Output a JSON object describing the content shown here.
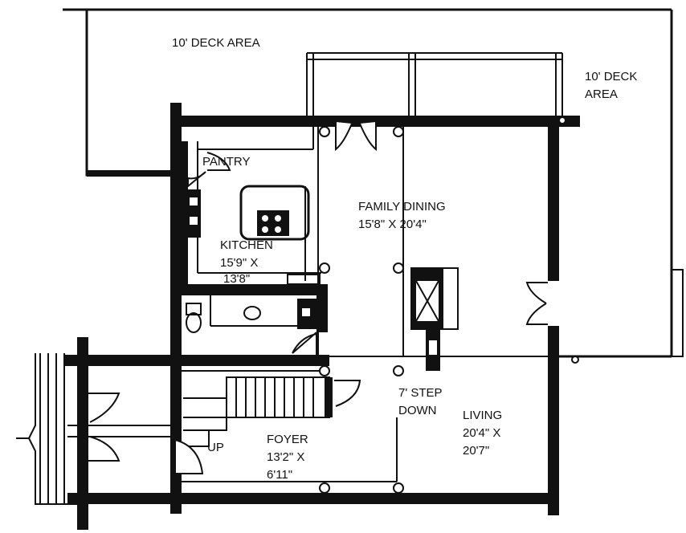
{
  "labels": {
    "deck_top": "10' DECK AREA",
    "deck_right_line1": "10' DECK",
    "deck_right_line2": "AREA",
    "pantry": "PANTRY",
    "family_dining_name": "FAMILY DINING",
    "family_dining_size": "15'8\" X 20'4\"",
    "kitchen_name": "KITCHEN",
    "kitchen_size_line1": "15'9\" X",
    "kitchen_size_line2": "13'8\"",
    "step_line1": "7' STEP",
    "step_line2": "DOWN",
    "living_name": "LIVING",
    "living_size_line1": "20'4\" X",
    "living_size_line2": "20'7\"",
    "foyer_name": "FOYER",
    "foyer_size_line1": "13'2\" X",
    "foyer_size_line2": "6'11\"",
    "up": "UP"
  }
}
